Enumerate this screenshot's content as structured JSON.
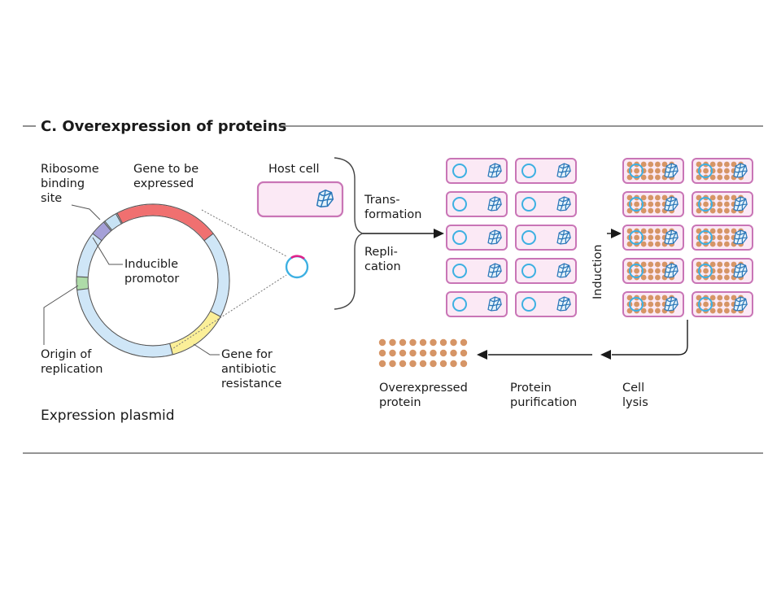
{
  "panel_title": "C. Overexpression of proteins",
  "labels": {
    "ribosome_binding_site": [
      "Ribosome",
      "binding",
      "site"
    ],
    "gene_to_be_expressed": [
      "Gene to be",
      "expressed"
    ],
    "inducible_promotor": [
      "Inducible",
      "promotor"
    ],
    "origin_of_replication": [
      "Origin of",
      "replication"
    ],
    "gene_for_resistance": [
      "Gene for",
      "antibiotic",
      "resistance"
    ],
    "expression_plasmid": "Expression plasmid",
    "host_cell": "Host cell",
    "transformation": [
      "Trans-",
      "formation"
    ],
    "replication": [
      "Repli-",
      "cation"
    ],
    "induction": "Induction",
    "overexpressed_protein": [
      "Overexpressed",
      "protein"
    ],
    "protein_purification": [
      "Protein",
      "purification"
    ],
    "cell_lysis": [
      "Cell",
      "lysis"
    ]
  },
  "colors": {
    "gene_expressed": "#f07070",
    "resistance_gene": "#fbef98",
    "promotor": "#a5a0d8",
    "ribosome_site": "#c7e3f5",
    "origin": "#aedba8",
    "plasmid_backbone": "#cfe6f7",
    "cell_border": "#c975b6",
    "cell_fill": "#fbe9f5",
    "plasmid_ring": "#3db0e2",
    "protein_dot": "#d69566",
    "arrow": "#1a1a1a",
    "rule": "#555555"
  },
  "icons": [
    "protein-coil-icon",
    "plasmid-ring-icon",
    "arrow-right-icon",
    "arrow-left-icon",
    "arrow-down-icon"
  ]
}
